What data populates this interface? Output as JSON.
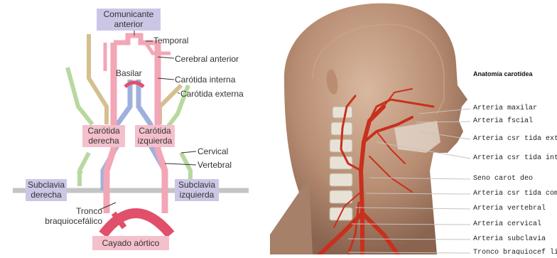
{
  "left": {
    "box_comunicante": [
      "Comunicante",
      "anterior"
    ],
    "box_carotida_derecha": [
      "Carótida",
      "derecha"
    ],
    "box_carotida_izquierda": [
      "Carótida",
      "izquierda"
    ],
    "box_subclavia_derecha": [
      "Subclavia",
      "derecha"
    ],
    "box_subclavia_izquierda": [
      "Subclavia",
      "izquierda"
    ],
    "box_cayado": "Cayado aórtico",
    "label_temporal": "Temporal",
    "label_cerebral_anterior": "Cerebral anterior",
    "label_basilar": "Basilar",
    "label_carotida_interna": "Carótida interna",
    "label_carotida_externa": "Carótida externa",
    "label_cervical": "Cervical",
    "label_vertebral": "Vertebral",
    "label_tronco": [
      "Tronco",
      "braquiocefálico"
    ]
  },
  "right": {
    "title": "Anatomía carotídea",
    "labels": [
      "Arteria maxilar",
      "Arteria fscial",
      "Arteria csr tida ext",
      "Arteria csr tida int",
      "Seno carot deo",
      "Arteria csr tida com",
      "Arteria vertebral",
      "Arteria cervical",
      "Arteria subclavia",
      "Tronco braquiocef li"
    ]
  },
  "colors": {
    "artery_pink": "#f08fa3",
    "artery_red": "#e0506a",
    "vein_blue": "#9fb0dc",
    "external_green": "#b8d8a0",
    "box_pink": "#f4c0cc",
    "box_lavender": "#ccc6e6",
    "grey_vessel": "#bdbdbd",
    "olive_vessel": "#cdb88a"
  }
}
